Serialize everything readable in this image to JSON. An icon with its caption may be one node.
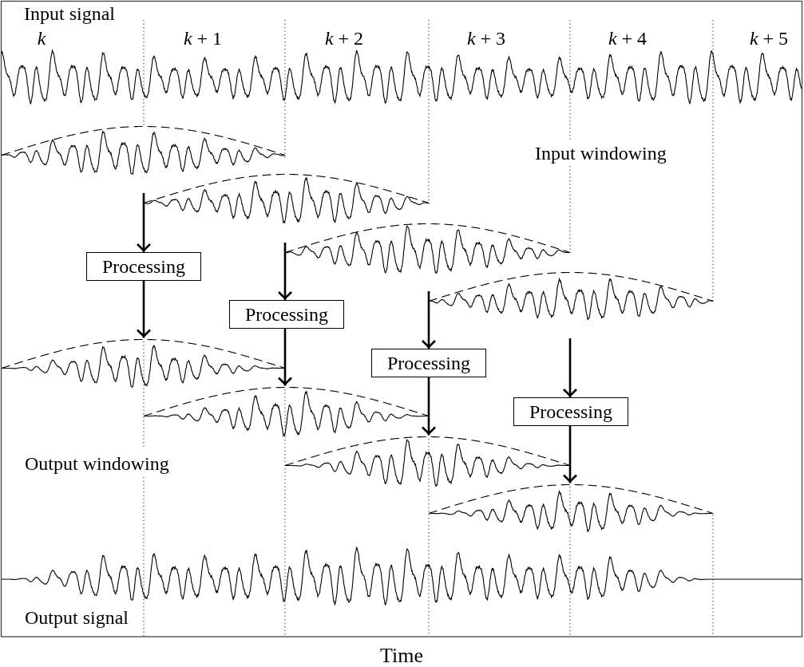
{
  "diagram": {
    "nodes": [
      {
        "text": [],
        "shape": "waveform"
      },
      {
        "text": [],
        "shape": "waveform"
      },
      {
        "text": [],
        "shape": "waveform"
      },
      {
        "text": [
          "Processing"
        ]
      },
      {
        "text": [],
        "shape": "waveform"
      },
      {
        "text": [
          "Processing"
        ]
      },
      {
        "text": [],
        "shape": "waveform"
      },
      {
        "text": [
          "Processing"
        ]
      },
      {
        "text": [],
        "shape": "waveform"
      },
      {
        "text": [
          "Processing"
        ]
      },
      {
        "text": [],
        "shape": "waveform"
      },
      {
        "text": [],
        "shape": "waveform"
      }
    ],
    "edges": [
      {
        "from": 1,
        "to": 3,
        "arrow": "to"
      },
      {
        "from": 3,
        "to": 6,
        "arrow": "to"
      },
      {
        "from": 2,
        "to": 5,
        "arrow": "to"
      },
      {
        "from": 5,
        "to": 8,
        "arrow": "to"
      },
      {
        "from": 4,
        "to": 7,
        "arrow": "to"
      },
      {
        "from": 7,
        "to": 10,
        "arrow": "to"
      },
      {
        "from": null,
        "to": 9,
        "arrow": "to"
      },
      {
        "from": 9,
        "to": 11,
        "arrow": "to"
      }
    ],
    "labels": [
      "Input signal",
      "k",
      "*k* + 1",
      "*k* + 2",
      "*k* + 3",
      "*k* + 4",
      "*k* + 5",
      "Input windowing",
      "Output windowing",
      "Output signal",
      "Time"
    ]
  }
}
